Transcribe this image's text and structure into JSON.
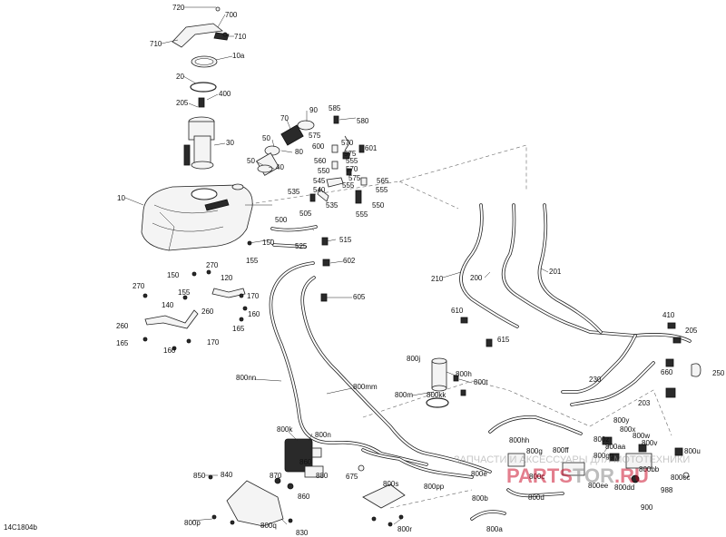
{
  "figure_code": "14C1804b",
  "watermark": {
    "line1": "ЗАПЧАСТИ И АКСЕССУАРЫ ДЛЯ МОТОТЕХНИКИ",
    "brand_a": "PARTS",
    "brand_b": "TOR",
    "brand_c": ".RU"
  },
  "callouts": {
    "p720": "720",
    "p700": "700",
    "p710a": "710",
    "p710b": "710",
    "p10a": "10a",
    "p20": "20",
    "p400": "400",
    "p205a": "205",
    "p30": "30",
    "p10": "10",
    "p90": "90",
    "p70": "70",
    "p50a": "50",
    "p80": "80",
    "p50b": "50",
    "p40": "40",
    "p585": "585",
    "p580": "580",
    "p575a": "575",
    "p570a": "570",
    "p600": "600",
    "p575b": "575",
    "p601": "601",
    "p560": "560",
    "p555a": "555",
    "p550a": "550",
    "p570b": "570",
    "p575c": "575",
    "p545": "545",
    "p565": "565",
    "p555b": "555",
    "p535a": "535",
    "p540": "540",
    "p535b": "535",
    "p550b": "550",
    "p555c": "555",
    "p500": "500",
    "p505": "505",
    "p525": "525",
    "p515": "515",
    "p150a": "150",
    "p155a": "155",
    "p602": "602",
    "p270a": "270",
    "p150b": "150",
    "p120": "120",
    "p155b": "155",
    "p170a": "170",
    "p270b": "270",
    "p260a": "260",
    "p160a": "160",
    "p140": "140",
    "p165a": "165",
    "p260b": "260",
    "p165b": "165",
    "p170b": "170",
    "p160b": "160",
    "p605": "605",
    "p210": "210",
    "p200": "200",
    "p201": "201",
    "p610": "610",
    "p615": "615",
    "p410": "410",
    "p205b": "205",
    "p660": "660",
    "p250": "250",
    "p230": "230",
    "p203": "203",
    "p800nn": "800nn",
    "p800mm": "800mm",
    "p800j": "800j",
    "p800h": "800h",
    "p800t": "800t",
    "p800m": "800m",
    "p800kk": "800kk",
    "p800y": "800y",
    "p800x": "800x",
    "p800z": "800z",
    "p800w": "800w",
    "p800aa": "800aa",
    "p800v": "800v",
    "p800u": "800u",
    "p800gg": "800gg",
    "p800bb": "800bb",
    "p800cc": "800cc",
    "p988": "988",
    "p800dd": "800dd",
    "p900": "900",
    "p800k": "800k",
    "p800n": "800n",
    "p860a": "860",
    "p880": "880",
    "p850": "850",
    "p840": "840",
    "p870": "870",
    "p860b": "860",
    "p675": "675",
    "p800hh": "800hh",
    "p800g": "800g",
    "p800ff": "800ff",
    "p800e": "800e",
    "p800c": "800c",
    "p800ee": "800ee",
    "p800pp": "800pp",
    "p800s": "800s",
    "p800b": "800b",
    "p800d": "800d",
    "p800p": "800p",
    "p800q": "800q",
    "p830": "830",
    "p800r": "800r",
    "p800a": "800a"
  }
}
